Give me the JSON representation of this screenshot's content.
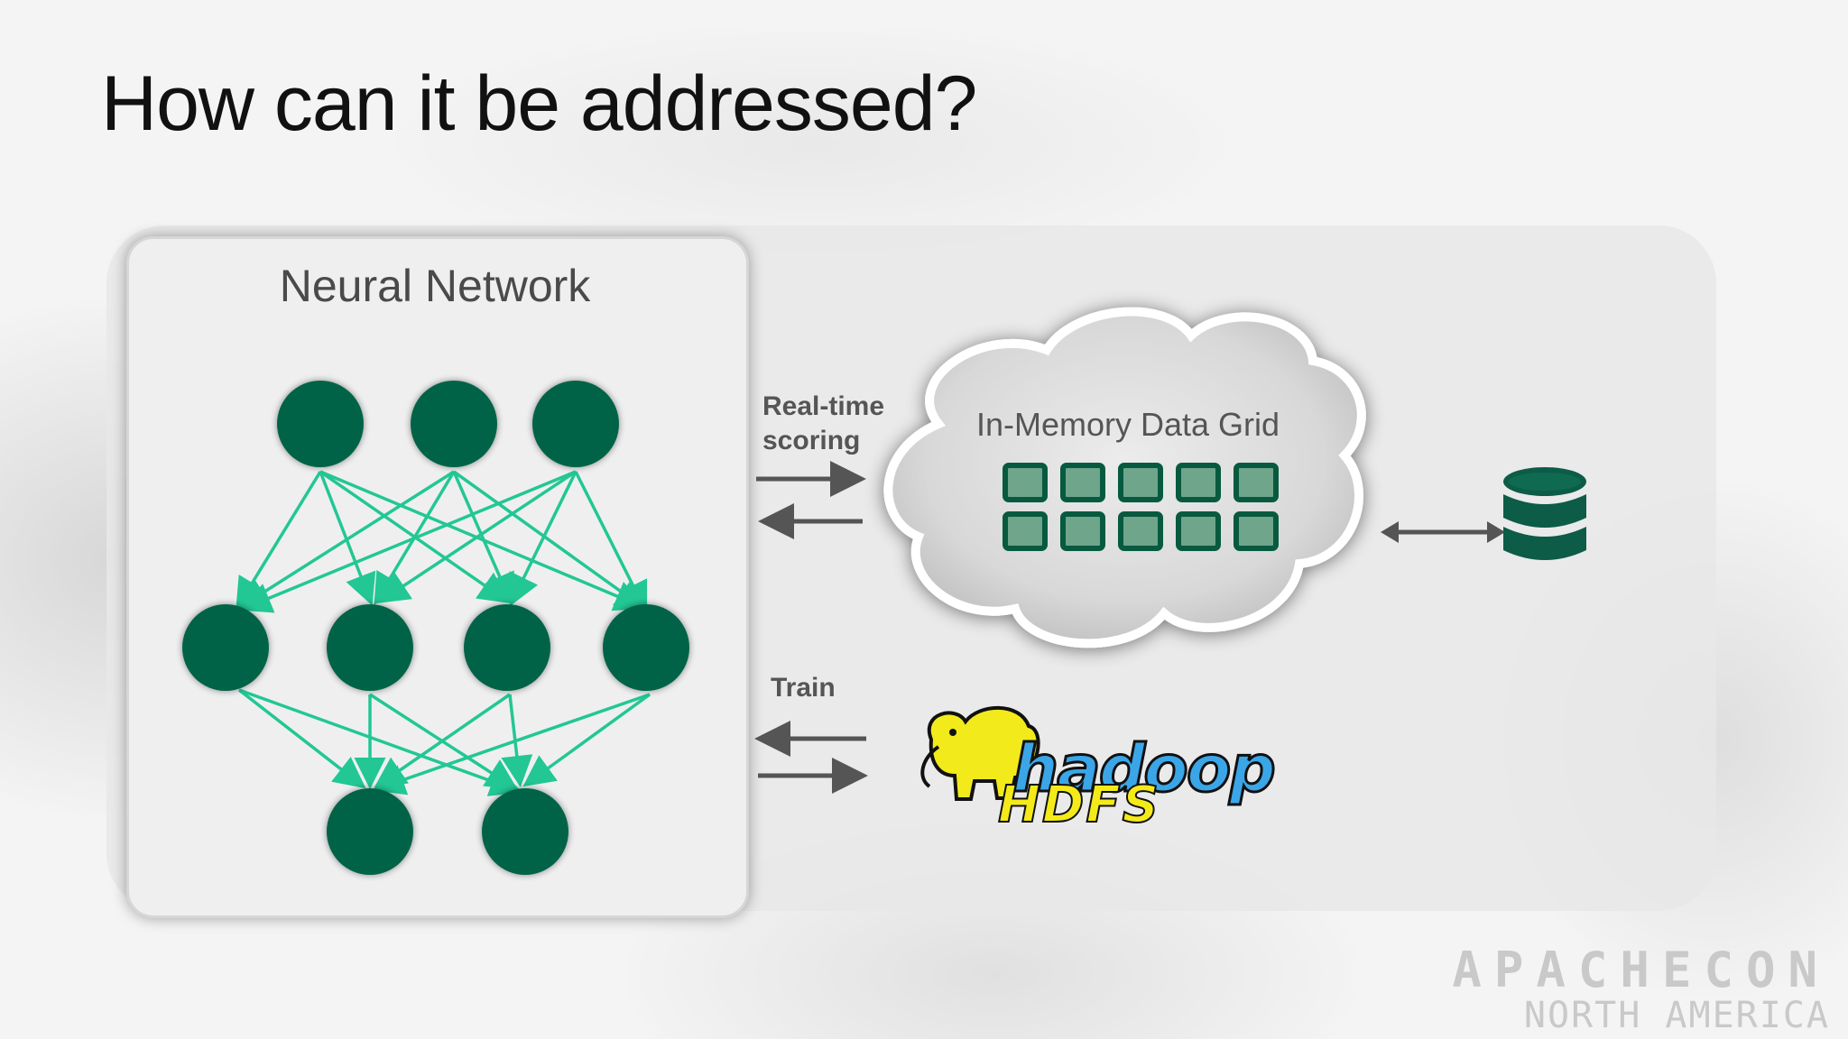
{
  "slide": {
    "title": "How can it be addressed?",
    "neural_network_title": "Neural Network",
    "realtime_label_line1": "Real-time",
    "realtime_label_line2": "scoring",
    "train_label": "Train",
    "cloud_label": "In-Memory Data Grid",
    "hadoop_logo_text": "hadoop",
    "hdfs_logo_text": "HDFS",
    "watermark_line1": "APACHECON",
    "watermark_line2": "NORTH AMERICA"
  },
  "colors": {
    "node": "#066347",
    "edge": "#22c794",
    "grid_cell": "#6fa58a",
    "grid_border": "#075a3f",
    "arrow": "#555555",
    "database": "#0c5c47"
  },
  "icons": {
    "database": "database-icon",
    "elephant": "hadoop-elephant-icon"
  }
}
